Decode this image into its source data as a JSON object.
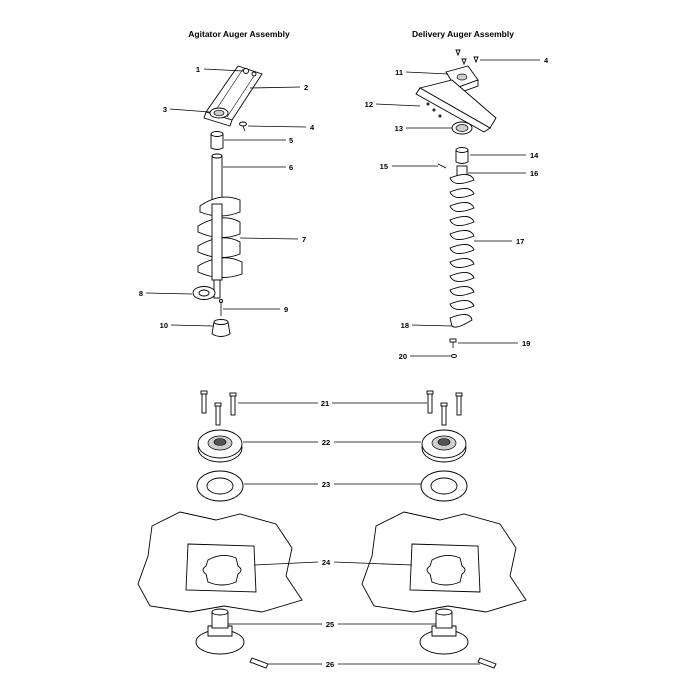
{
  "titles": {
    "agitator": "Agitator Auger Assembly",
    "delivery": "Delivery Auger Assembly"
  },
  "callouts": {
    "c1": "1",
    "c2": "2",
    "c3": "3",
    "c4a": "4",
    "c4b": "4",
    "c5": "5",
    "c6": "6",
    "c7": "7",
    "c8": "8",
    "c9": "9",
    "c10": "10",
    "c11": "11",
    "c12": "12",
    "c13": "13",
    "c14": "14",
    "c15": "15",
    "c16": "16",
    "c17": "17",
    "c18": "18",
    "c19": "19",
    "c20": "20",
    "c21": "21",
    "c22": "22",
    "c23": "23",
    "c24": "24",
    "c25": "25",
    "c26": "26"
  }
}
